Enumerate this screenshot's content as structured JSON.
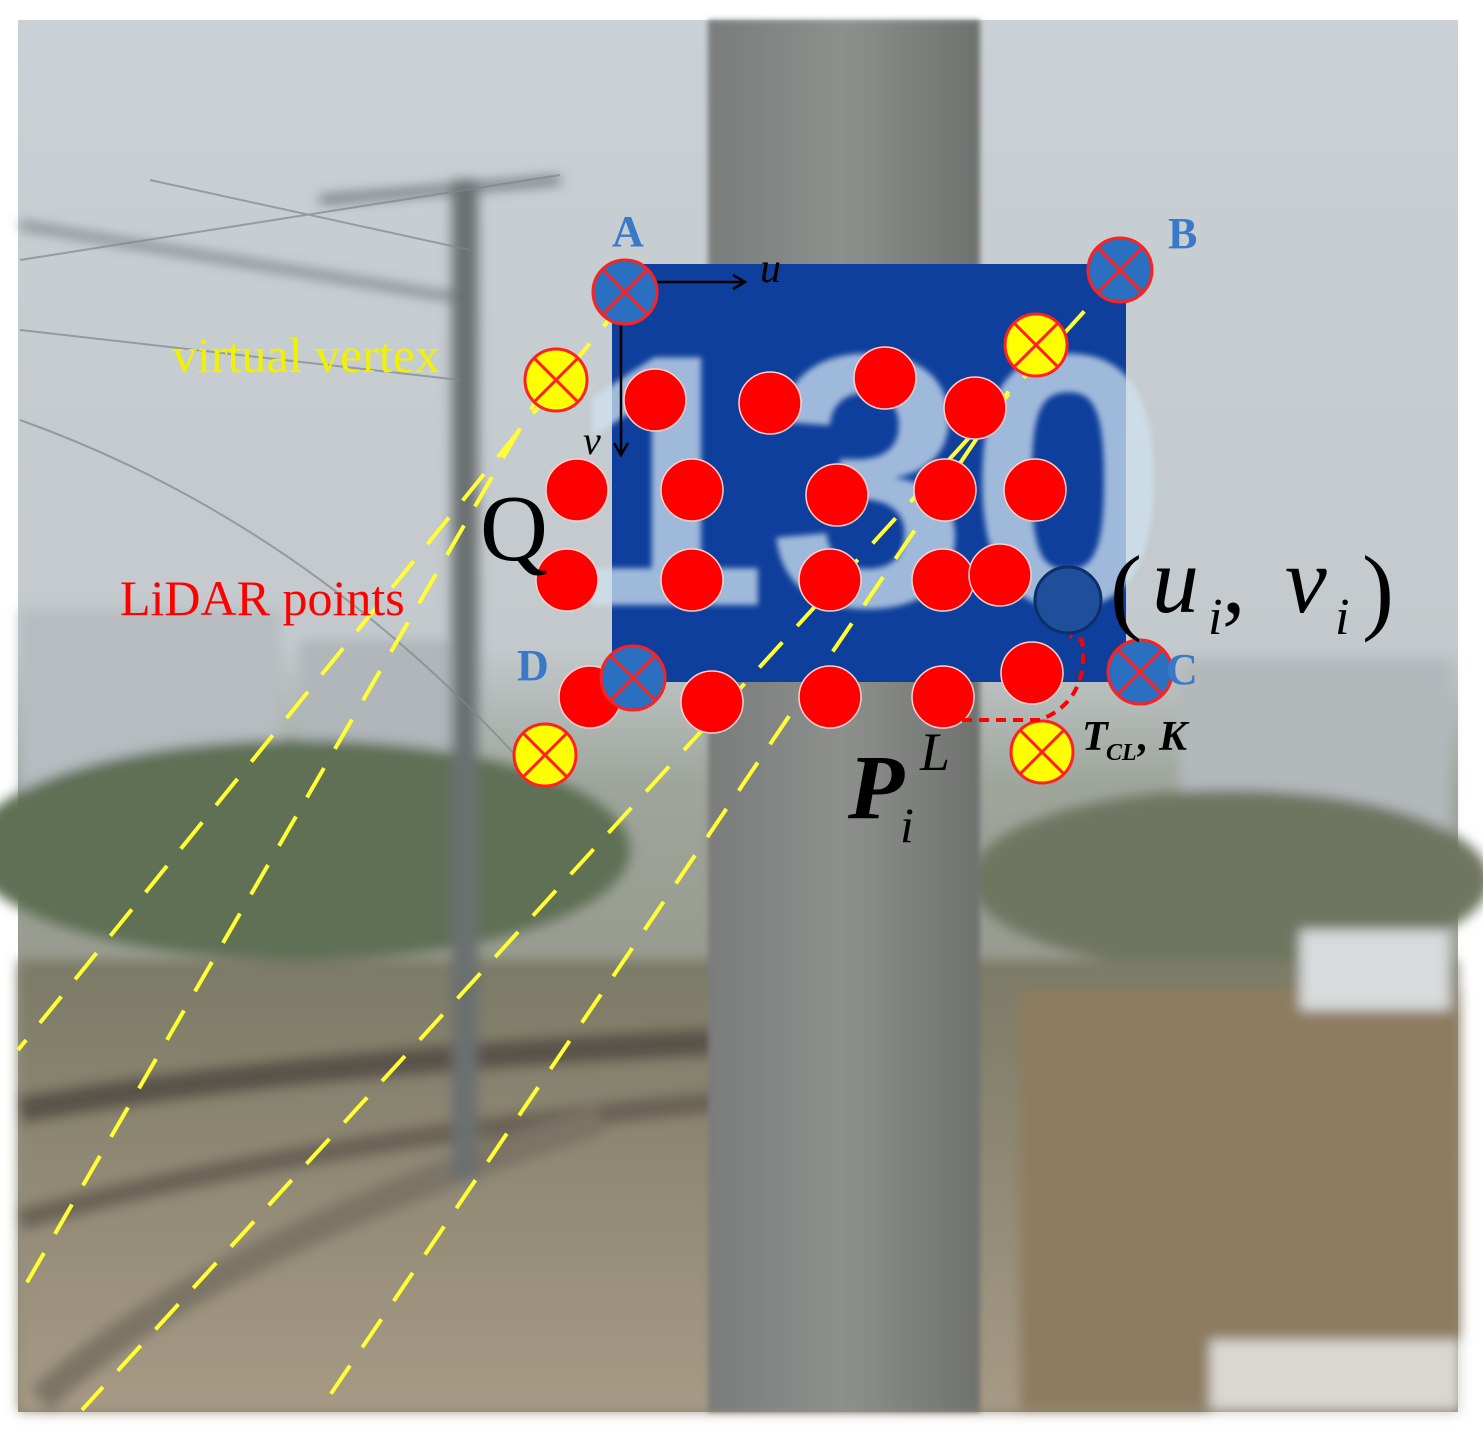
{
  "colors": {
    "lidar_point": "#ff0000",
    "sign_vertex": "#2a6fc0",
    "virtual_vertex": "#ffff00",
    "projection_point": "#1f4f9a",
    "dashed_ray": "#ffff33",
    "sign_face": "#0f3f9c",
    "vertex_label": "#3a78c8",
    "annotation_red": "#ff0000",
    "annotation_yellow": "#f2f200",
    "math_black": "#000000"
  },
  "sign_text": "130",
  "vertex_labels": [
    "A",
    "B",
    "C",
    "D"
  ],
  "labels": {
    "virtual_vertex": "virtual vertex",
    "lidar_points": "LiDAR points",
    "q": "Q",
    "axis_u": "u",
    "axis_v": "v"
  },
  "math": {
    "proj_open": "(",
    "proj_u": "u",
    "proj_sub1": "i",
    "proj_comma": " ,",
    "proj_v": "v",
    "proj_sub2": "i",
    "proj_close": ")",
    "point_P": "P",
    "point_P_sub": "i",
    "point_P_sup": "L",
    "transform_T": "T",
    "transform_sub": "CL",
    "transform_rest": ", K"
  },
  "icons": {
    "sign_vertex": "blue-cross-circle-icon",
    "virtual_vertex": "yellow-cross-circle-icon",
    "lidar_point": "red-dot-icon",
    "projection_point": "blue-dot-icon"
  }
}
